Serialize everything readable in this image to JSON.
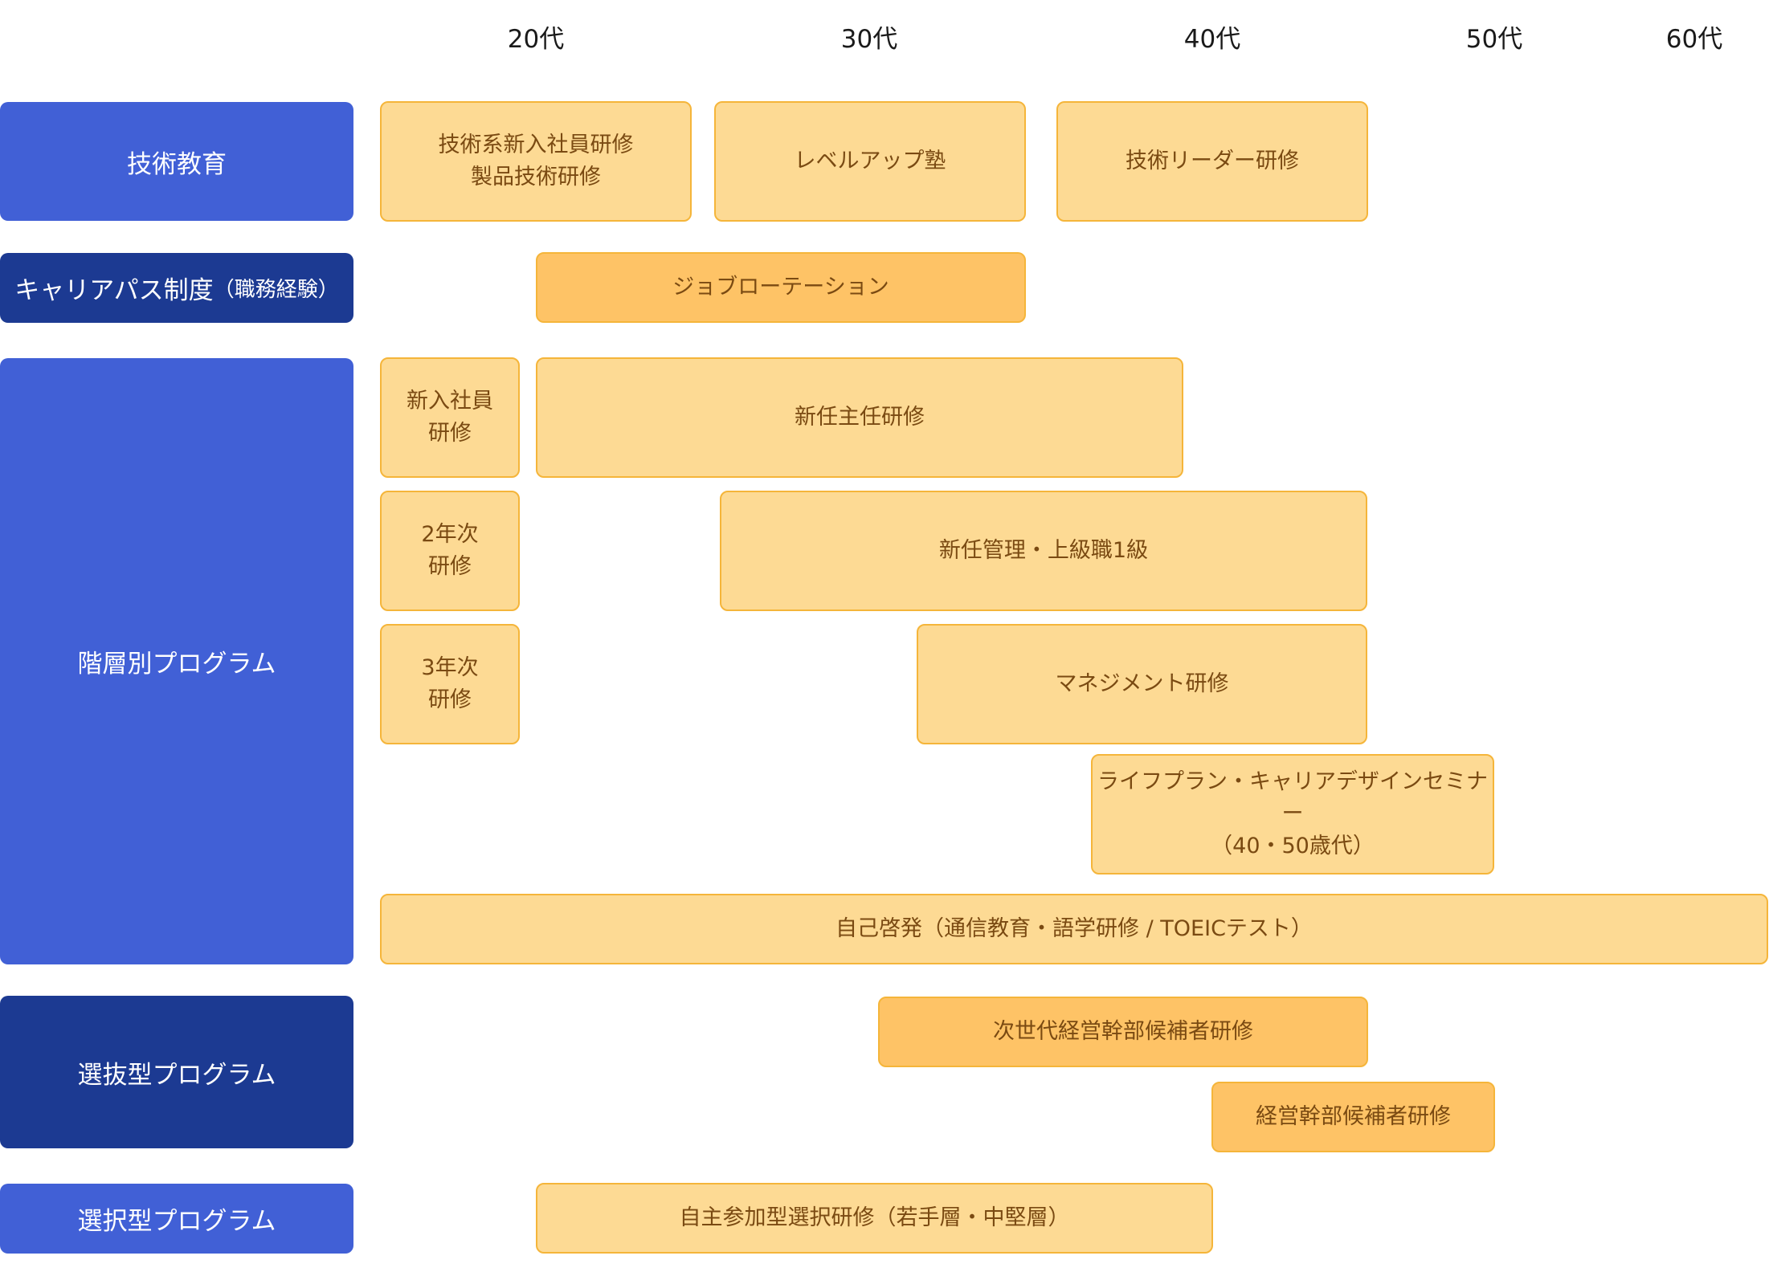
{
  "age_axis": [
    "20代",
    "30代",
    "40代",
    "50代",
    "60代"
  ],
  "categories": {
    "tech_education": "技術教育",
    "career_path": "キャリアパス制度",
    "career_path_note": "（職務経験）",
    "tiered_program": "階層別プログラム",
    "selection_program": "選抜型プログラム",
    "elective_program": "選択型プログラム"
  },
  "programs": {
    "new_engineer_training": [
      "技術系新入社員研修",
      "製品技術研修"
    ],
    "level_up": "レベルアップ塾",
    "tech_leader": "技術リーダー研修",
    "job_rotation": "ジョブローテーション",
    "new_employee": [
      "新入社員",
      "研修"
    ],
    "new_chief": "新任主任研修",
    "second_year": [
      "2年次",
      "研修"
    ],
    "new_manager": "新任管理・上級職1級",
    "third_year": [
      "3年次",
      "研修"
    ],
    "management": "マネジメント研修",
    "life_plan": [
      "ライフプラン・キャリアデザインセミナー",
      "（40・50歳代）"
    ],
    "self_development": "自己啓発（通信教育・語学研修 / TOEICテスト）",
    "next_gen_exec": "次世代経営幹部候補者研修",
    "exec_candidate": "経営幹部候補者研修",
    "voluntary": "自主参加型選択研修（若手層・中堅層）"
  },
  "colors": {
    "category_light": "#4160d6",
    "category_dark": "#1c3a92",
    "box_light": "#fdda94",
    "box_strong": "#fec366",
    "box_border": "#f5b53a",
    "box_text": "#7a4a12"
  }
}
